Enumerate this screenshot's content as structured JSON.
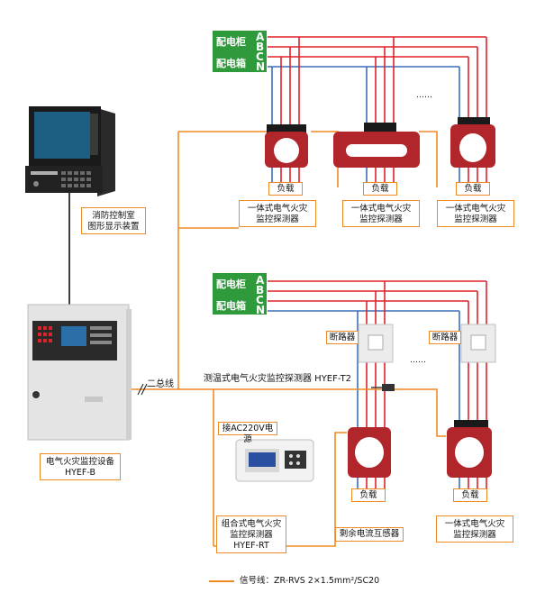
{
  "panels": {
    "cabinet": "配电柜",
    "box": "配电箱",
    "phases": [
      "A",
      "B",
      "C",
      "N"
    ]
  },
  "devices": {
    "monitor_label_1": "消防控制室",
    "monitor_label_2": "图形显示装置",
    "main_unit_label_1": "电气火灾监控设备",
    "main_unit_label_2": "HYEF-B",
    "bus_label": "二总线",
    "temp_detector": "测温式电气火灾监控探测器 HYEF-T2",
    "power_label": "接AC220V电源",
    "combo_label_1": "组合式电气火灾",
    "combo_label_2": "监控探测器",
    "combo_label_3": "HYEF-RT",
    "residual_label": "剩余电流互感器",
    "breaker_label": "断路器",
    "load_label": "负载",
    "detector_label_1": "一体式电气火灾",
    "detector_label_2": "监控探测器",
    "ellipsis": "……"
  },
  "legend": {
    "text": "信号线：ZR-RVS 2×1.5mm²/SC20"
  },
  "colors": {
    "signal": "#f08a24",
    "phase_red": "#e0222a",
    "neutral_blue": "#3a6fb8",
    "panel_green": "#2f9a3c",
    "ct_red": "#b0262a"
  }
}
